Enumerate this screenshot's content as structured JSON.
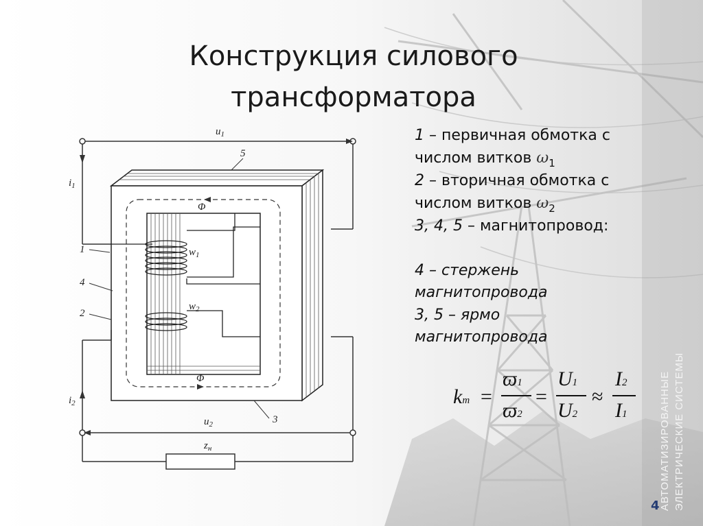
{
  "title": {
    "line1": "Конструкция силового",
    "line2": "трансформатора"
  },
  "legend": {
    "l1_num": "1",
    "l1_rest": " – первичная обмотка с",
    "l2_text": "числом витков ",
    "l2_sym": "ω",
    "l2_sub": "1",
    "l3_num": "2",
    "l3_rest": " – вторичная обмотка с",
    "l4_text": "числом витков ",
    "l4_sym": "ω",
    "l4_sub": "2",
    "l5_num": "3, 4, 5",
    "l5_rest": " – магнитопровод:",
    "l6": "4 – стержень",
    "l7": "магнитопровода",
    "l8": "3, 5 – ярмо",
    "l9": "магнитопровода"
  },
  "formula": {
    "k": "k",
    "k_sub": "m",
    "eq": "=",
    "num1": "ϖ",
    "num1_sub": "1",
    "den1": "ϖ",
    "den1_sub": "2",
    "eq2": "=",
    "num2": "U",
    "num2_sub": "1",
    "den2": "U",
    "den2_sub": "2",
    "approx": "≈",
    "num3": "I",
    "num3_sub": "2",
    "den3": "I",
    "den3_sub": "1"
  },
  "diagram": {
    "u1": "u",
    "u1_sub": "1",
    "i1": "i",
    "i1_sub": "1",
    "i2": "i",
    "i2_sub": "2",
    "u2": "u",
    "u2_sub": "2",
    "zn": "z",
    "zn_sub": "н",
    "w1": "w",
    "w1_sub": "1",
    "w2": "w",
    "w2_sub": "2",
    "phi_top": "Φ",
    "phi_bottom": "Φ",
    "label1": "1",
    "label2": "2",
    "label3": "3",
    "label4": "4",
    "label5": "5"
  },
  "footer": {
    "vertical_line1": "АВТОМАТИЗИРОВАННЫЕ",
    "vertical_line2": "ЭЛЕКТРИЧЕСКИЕ СИСТЕМЫ",
    "page_number": "4"
  },
  "colors": {
    "accent": "#243c73",
    "background_tint": "#ececec"
  }
}
